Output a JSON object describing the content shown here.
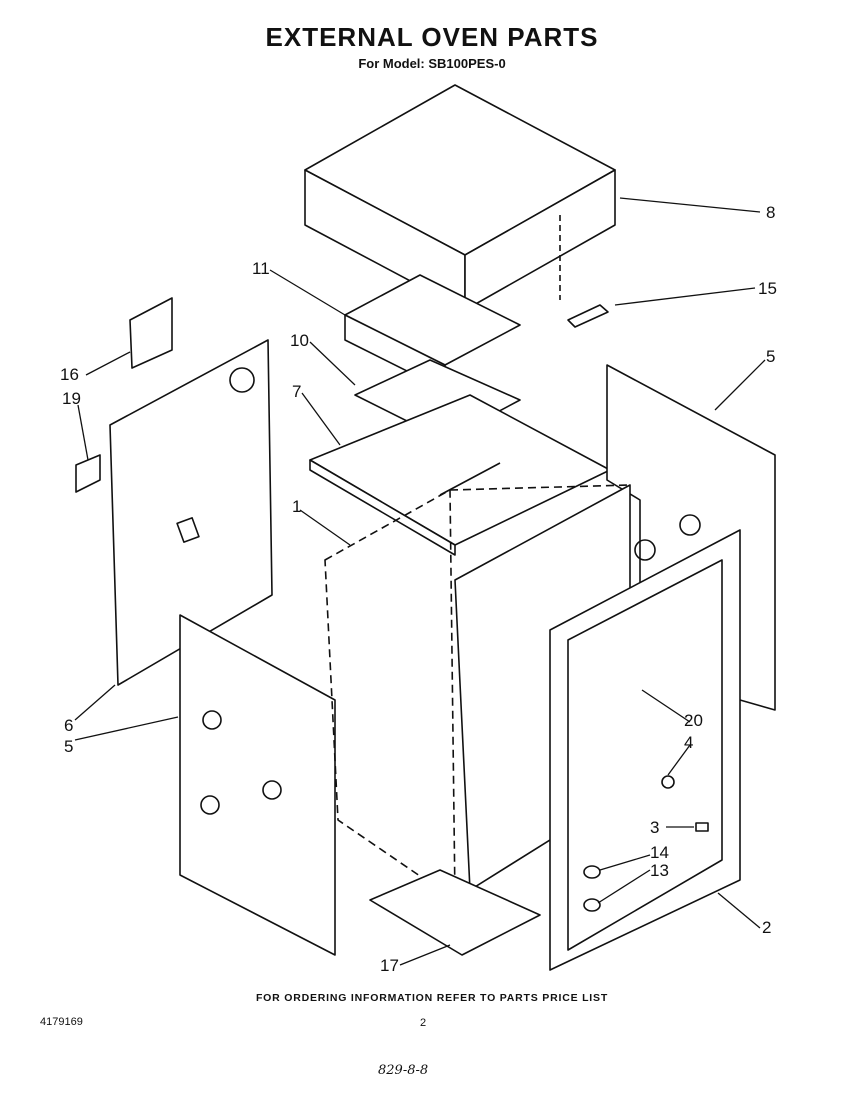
{
  "header": {
    "title": "EXTERNAL OVEN PARTS",
    "subtitle": "For Model: SB100PES-0"
  },
  "callouts": [
    {
      "id": "c8",
      "label": "8"
    },
    {
      "id": "c15",
      "label": "15"
    },
    {
      "id": "c11",
      "label": "11"
    },
    {
      "id": "c5a",
      "label": "5"
    },
    {
      "id": "c10",
      "label": "10"
    },
    {
      "id": "c16",
      "label": "16"
    },
    {
      "id": "c19",
      "label": "19"
    },
    {
      "id": "c7",
      "label": "7"
    },
    {
      "id": "c1",
      "label": "1"
    },
    {
      "id": "c6",
      "label": "6"
    },
    {
      "id": "c5b",
      "label": "5"
    },
    {
      "id": "c20",
      "label": "20"
    },
    {
      "id": "c4",
      "label": "4"
    },
    {
      "id": "c3",
      "label": "3"
    },
    {
      "id": "c14",
      "label": "14"
    },
    {
      "id": "c13",
      "label": "13"
    },
    {
      "id": "c2",
      "label": "2"
    },
    {
      "id": "c17",
      "label": "17"
    }
  ],
  "footer": {
    "ordering_note": "FOR ORDERING INFORMATION REFER TO PARTS PRICE LIST",
    "document_number": "4179169",
    "page_number": "2",
    "handwritten_note": "829-8-8"
  }
}
